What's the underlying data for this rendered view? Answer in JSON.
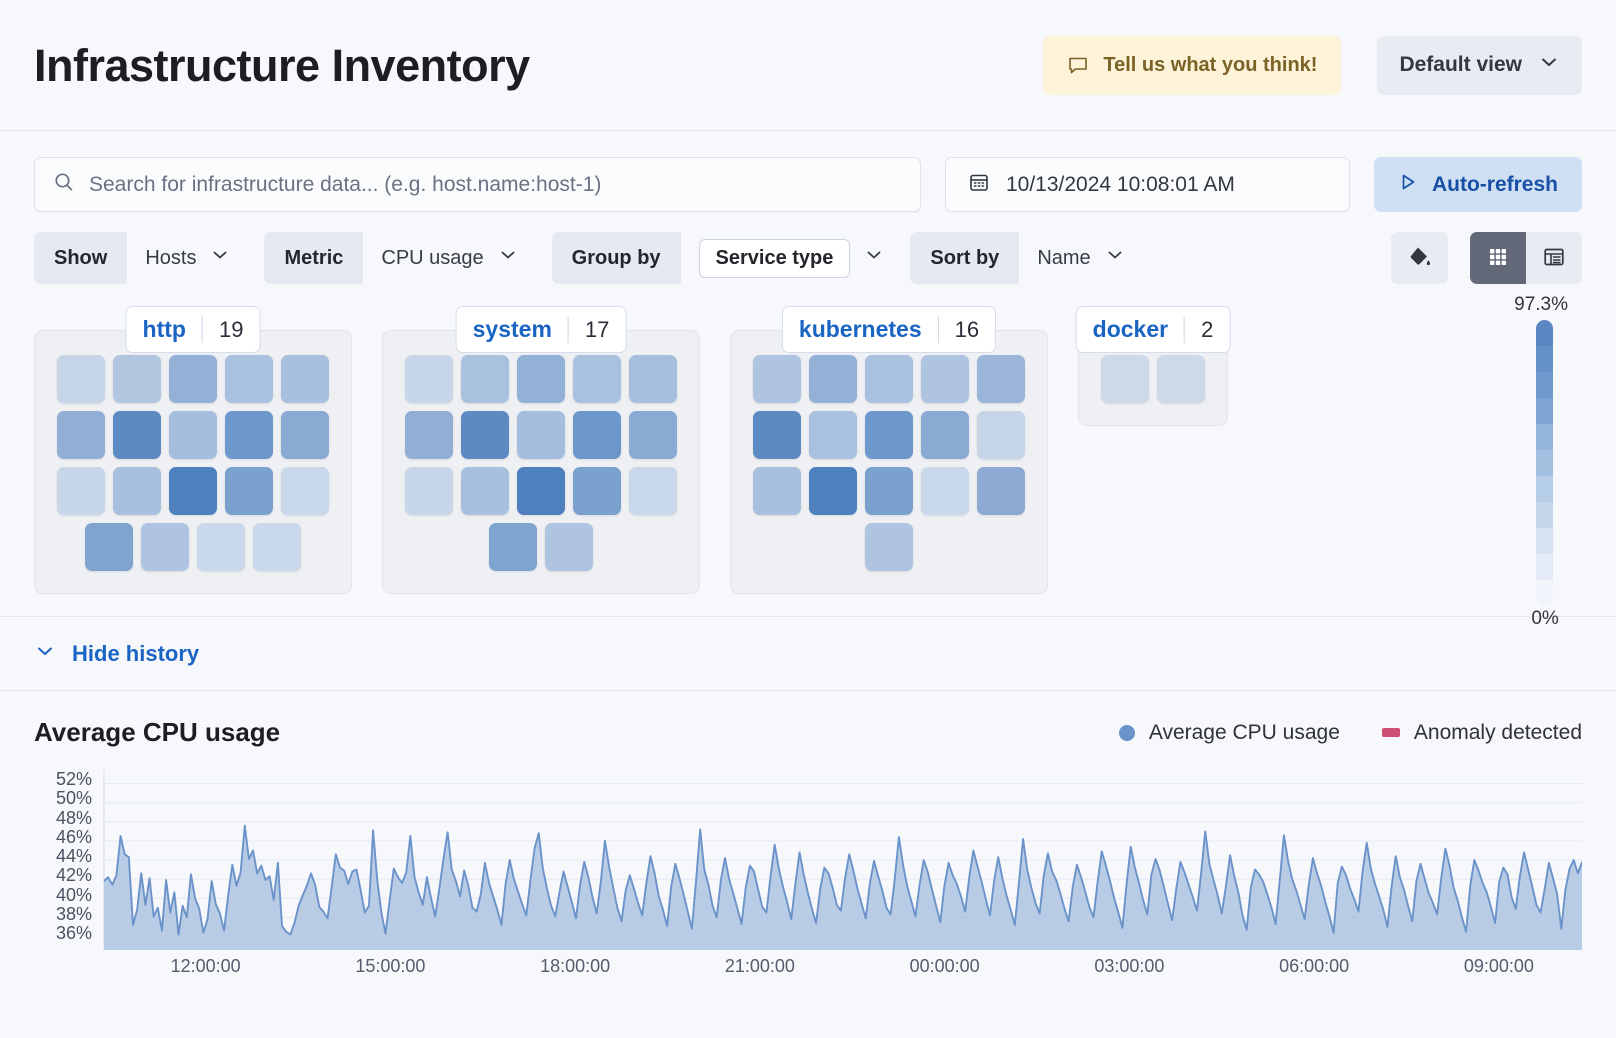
{
  "header": {
    "title": "Infrastructure Inventory",
    "feedback_label": "Tell us what you think!",
    "feedback_icon": "comment-icon",
    "view_label": "Default view",
    "view_icon": "chevron-down-icon"
  },
  "search": {
    "placeholder": "Search for infrastructure data... (e.g. host.name:host-1)",
    "value": "",
    "icon": "search-icon"
  },
  "datepicker": {
    "value": "10/13/2024 10:08:01 AM",
    "icon": "calendar-icon"
  },
  "autorefresh": {
    "label": "Auto-refresh",
    "icon": "play-icon"
  },
  "filters": [
    {
      "label": "Show",
      "value": "Hosts",
      "icon": "chevron-down-icon",
      "pill": false
    },
    {
      "label": "Metric",
      "value": "CPU usage",
      "icon": "chevron-down-icon",
      "pill": false
    },
    {
      "label": "Group by",
      "value": "Service type",
      "icon": "chevron-down-icon",
      "pill": true
    },
    {
      "label": "Sort by",
      "value": "Name",
      "icon": "chevron-down-icon",
      "pill": false
    }
  ],
  "view_controls": {
    "legend_icon": "paint-bucket-icon",
    "grid_icon": "grid-view-icon",
    "table_icon": "table-view-icon",
    "active": "grid"
  },
  "map": {
    "legend": {
      "max": "97.3%",
      "min": "0%"
    },
    "groups": [
      {
        "name": "http",
        "count": "19",
        "rows": [
          [
            "#c6d5e8",
            "#b2c6e0",
            "#94b0d6",
            "#a9c0de",
            "#a8bfdd"
          ],
          [
            "#92aed5",
            "#5c8bc4",
            "#a6bedd",
            "#6e98cb",
            "#8aa9d3"
          ],
          [
            "#c7d6e9",
            "#a8c0de",
            "#4d80bd",
            "#7ba1cf",
            "#c9d7ea"
          ],
          [
            "#7fa4d0",
            "#aec4e0",
            "#c9d8ea",
            "#c9d8ea"
          ]
        ]
      },
      {
        "name": "system",
        "count": "17",
        "rows": [
          [
            "#c7d6e9",
            "#aac1de",
            "#93b0d6",
            "#a9c0de",
            "#a7bfdd"
          ],
          [
            "#92aed5",
            "#5c8bc4",
            "#a6bedd",
            "#6c97ca",
            "#8aa9d3"
          ],
          [
            "#c7d6e9",
            "#a8c0de",
            "#4d80bd",
            "#7ba1cf",
            "#c9d7ea"
          ],
          [
            "#7fa4d0",
            "#aec4e0"
          ]
        ]
      },
      {
        "name": "kubernetes",
        "count": "16",
        "rows": [
          [
            "#aec4e0",
            "#93b0d6",
            "#a9c0de",
            "#aec4e0",
            "#9ab5d9"
          ],
          [
            "#5c8bc4",
            "#a9c0de",
            "#6e98cb",
            "#8aa9d3",
            "#c6d5e8"
          ],
          [
            "#a8c0de",
            "#4d80bd",
            "#7ba1cf",
            "#c9d8ea",
            "#8eaad3"
          ],
          [
            "#aec4e0"
          ]
        ]
      },
      {
        "name": "docker",
        "count": "2",
        "rows": [
          [
            "#cdd9e9",
            "#cdd9e9"
          ]
        ]
      }
    ]
  },
  "history": {
    "toggle_label": "Hide history",
    "toggle_icon": "chevron-down-icon"
  },
  "chart_data": {
    "type": "area",
    "title": "Average CPU usage",
    "xlabel": "",
    "ylabel": "",
    "grid": true,
    "legend_position": "top-right",
    "legend": [
      {
        "name": "Average CPU usage",
        "color": "#6b93c9",
        "marker": "circle"
      },
      {
        "name": "Anomaly detected",
        "color": "#cf4e73",
        "marker": "square"
      }
    ],
    "ylim": [
      35,
      53
    ],
    "yticks": [
      "52%",
      "50%",
      "48%",
      "46%",
      "44%",
      "42%",
      "40%",
      "38%",
      "36%"
    ],
    "ytick_values": [
      52,
      50,
      48,
      46,
      44,
      42,
      40,
      38,
      36
    ],
    "xticks": [
      "12:00:00",
      "15:00:00",
      "18:00:00",
      "21:00:00",
      "00:00:00",
      "03:00:00",
      "06:00:00",
      "09:00:00"
    ],
    "series": [
      {
        "name": "Average CPU usage",
        "color": "#6b93c9",
        "fill": "#aec4e0",
        "values": [
          41.8,
          42.2,
          41.4,
          42.4,
          46.5,
          44.6,
          44.3,
          37.2,
          38.8,
          42.6,
          39.3,
          42.1,
          38.1,
          39.0,
          36.6,
          41.9,
          38.5,
          40.6,
          36.2,
          39.2,
          38.0,
          42.5,
          40.0,
          38.9,
          36.4,
          37.8,
          41.8,
          39.4,
          38.4,
          36.6,
          40.3,
          43.5,
          41.3,
          42.7,
          47.6,
          44.1,
          45.0,
          42.6,
          43.4,
          41.9,
          42.3,
          39.8,
          43.7,
          37.1,
          36.5,
          36.2,
          37.4,
          39.2,
          40.3,
          41.3,
          42.6,
          41.4,
          39.1,
          38.6,
          37.9,
          41.2,
          44.6,
          43.2,
          42.9,
          41.5,
          42.8,
          43.0,
          40.8,
          38.5,
          39.2,
          47.1,
          41.9,
          38.5,
          36.3,
          39.8,
          43.1,
          42.2,
          41.6,
          42.7,
          46.5,
          42.2,
          40.6,
          39.3,
          42.2,
          40.0,
          38.1,
          41.0,
          44.1,
          46.9,
          43.0,
          41.8,
          40.2,
          42.9,
          41.3,
          39.0,
          38.6,
          40.4,
          43.7,
          41.6,
          40.2,
          38.8,
          37.2,
          41.5,
          44.0,
          42.0,
          40.7,
          39.4,
          38.2,
          41.9,
          45.2,
          46.8,
          43.1,
          41.0,
          39.2,
          38.1,
          40.6,
          42.8,
          41.2,
          39.6,
          37.9,
          41.4,
          43.8,
          42.2,
          40.1,
          38.4,
          41.7,
          46.0,
          43.3,
          41.1,
          39.0,
          37.6,
          40.8,
          42.4,
          41.0,
          39.5,
          38.2,
          41.6,
          44.4,
          42.6,
          40.2,
          38.8,
          37.1,
          41.2,
          43.6,
          42.1,
          40.4,
          38.6,
          36.8,
          41.8,
          47.2,
          43.0,
          41.4,
          39.2,
          38.0,
          41.9,
          44.2,
          42.0,
          40.5,
          38.9,
          37.3,
          41.1,
          43.4,
          42.8,
          40.9,
          39.1,
          38.5,
          42.3,
          45.6,
          43.1,
          41.2,
          39.6,
          37.8,
          41.5,
          44.8,
          42.5,
          40.6,
          38.9,
          37.4,
          41.0,
          43.2,
          42.6,
          41.1,
          39.3,
          38.7,
          42.1,
          44.6,
          42.9,
          41.0,
          39.4,
          37.9,
          41.6,
          43.9,
          42.3,
          40.8,
          39.0,
          38.3,
          42.0,
          46.4,
          43.5,
          41.3,
          39.7,
          38.1,
          41.4,
          44.0,
          42.7,
          40.9,
          39.2,
          37.5,
          41.3,
          43.7,
          42.4,
          41.5,
          40.2,
          38.6,
          42.2,
          45.0,
          43.3,
          41.7,
          39.9,
          38.2,
          41.8,
          44.3,
          42.1,
          40.3,
          38.8,
          37.2,
          41.6,
          46.2,
          43.0,
          41.1,
          39.5,
          38.4,
          42.4,
          44.7,
          42.8,
          41.9,
          40.5,
          38.9,
          37.6,
          41.2,
          43.5,
          42.2,
          40.7,
          39.1,
          38.0,
          41.7,
          44.9,
          43.4,
          41.8,
          40.0,
          38.5,
          36.9,
          41.5,
          45.4,
          43.2,
          41.6,
          39.8,
          38.3,
          42.5,
          44.1,
          42.9,
          41.2,
          39.4,
          37.7,
          41.0,
          43.8,
          42.7,
          41.4,
          40.1,
          38.7,
          42.6,
          47.0,
          43.6,
          41.9,
          40.3,
          38.4,
          41.3,
          44.5,
          42.3,
          40.6,
          38.2,
          36.7,
          41.1,
          43.0,
          42.5,
          41.7,
          40.4,
          39.0,
          37.3,
          41.9,
          46.6,
          43.9,
          42.0,
          40.8,
          39.3,
          37.8,
          41.4,
          44.2,
          42.6,
          41.3,
          39.6,
          38.1,
          36.4,
          41.6,
          43.3,
          42.4,
          41.0,
          39.9,
          38.6,
          42.8,
          45.8,
          43.1,
          41.5,
          40.2,
          38.8,
          37.0,
          41.2,
          44.4,
          42.2,
          40.9,
          39.2,
          37.6,
          41.8,
          43.6,
          42.0,
          40.5,
          39.5,
          38.3,
          42.1,
          45.2,
          43.4,
          41.1,
          39.7,
          38.0,
          36.5,
          41.3,
          44.0,
          42.9,
          41.6,
          40.6,
          39.1,
          37.4,
          41.7,
          43.2,
          42.5,
          40.1,
          38.9,
          42.3,
          44.8,
          43.0,
          41.2,
          39.3,
          38.5,
          41.0,
          43.7,
          42.1,
          40.4,
          36.8,
          40.9,
          43.1,
          44.0,
          42.6,
          43.8
        ]
      }
    ]
  }
}
